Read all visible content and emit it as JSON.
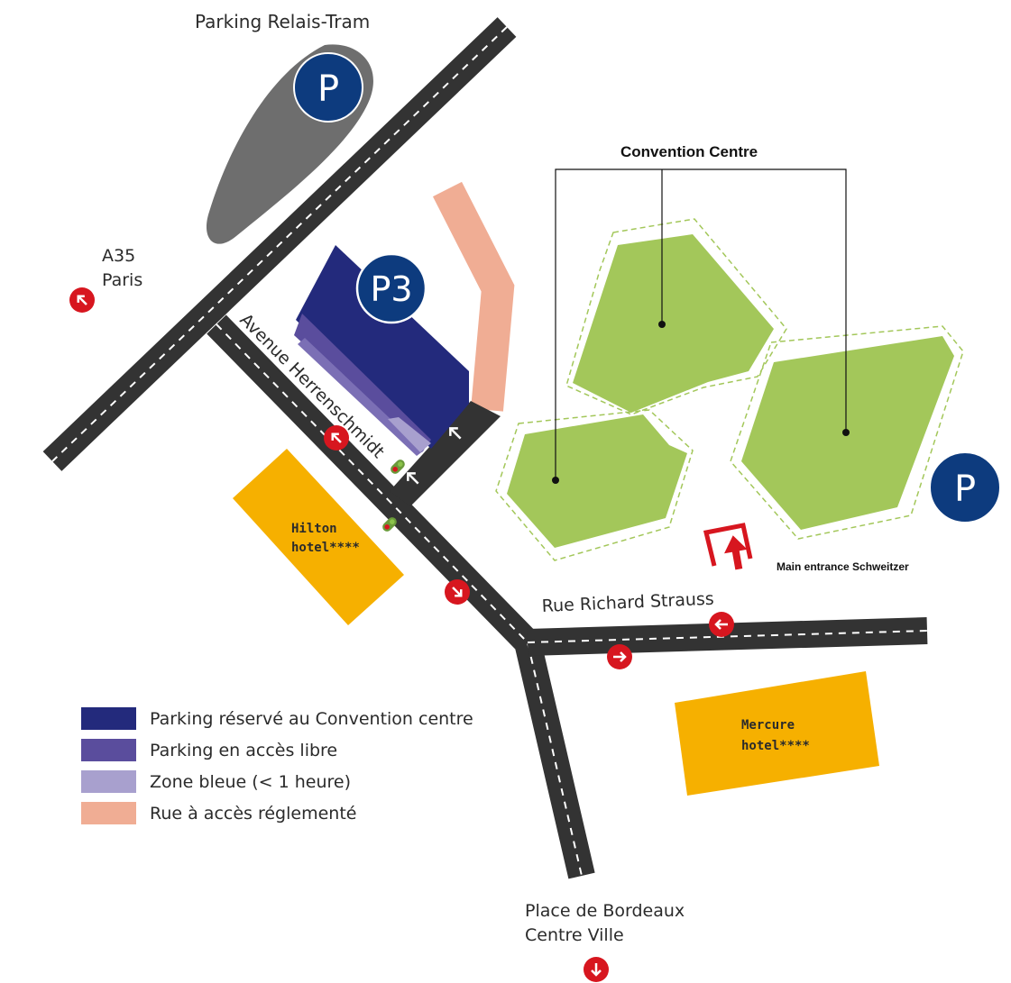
{
  "labels": {
    "parking_relais_tram": "Parking Relais-Tram",
    "a35": "A35",
    "paris": "Paris",
    "avenue": "Avenue Herrenschmidt",
    "convention_centre": "Convention Centre",
    "hilton_1": "Hilton",
    "hilton_2": "hotel****",
    "mercure_1": "Mercure",
    "mercure_2": "hotel****",
    "rue_richard_strauss": "Rue Richard Strauss",
    "main_entrance": "Main entrance Schweitzer",
    "place_bordeaux_1": "Place de Bordeaux",
    "place_bordeaux_2": "Centre Ville"
  },
  "parking_badges": {
    "relais": "P",
    "p3": "P3",
    "convention": "P"
  },
  "legend": [
    {
      "label": "Parking réservé au Convention centre",
      "color": "#232a7c"
    },
    {
      "label": "Parking en accès libre",
      "color": "#5a4d9d"
    },
    {
      "label": "Zone bleue (< 1 heure)",
      "color": "#a8a0ce"
    },
    {
      "label": "Rue à accès réglementé",
      "color": "#f0ad94"
    }
  ],
  "colors": {
    "road": "#333333",
    "building": "#a3c75a",
    "hotel": "#f6b000",
    "badge": "#0d3b7e",
    "arrow_sign": "#d7161f",
    "parking_tram": "#6e6e6e"
  }
}
